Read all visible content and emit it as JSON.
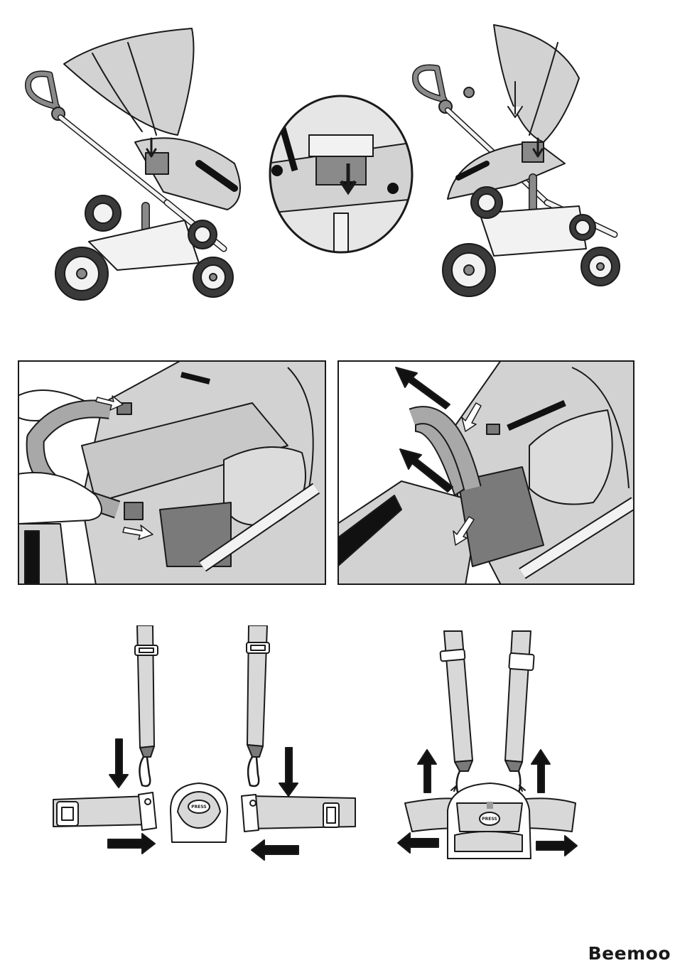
{
  "brand": "Beemoo",
  "buckle": {
    "press_label": "PRESS"
  },
  "colors": {
    "line": "#1a1a1a",
    "fabric": "#d2d2d2",
    "fabric_dark": "#9a9a9a",
    "frame": "#f2f2f2",
    "dark": "#7a7a7a",
    "black": "#111111"
  },
  "figures": [
    {
      "id": "stroller-left",
      "icon": "stroller-seat-attach-icon"
    },
    {
      "id": "detail-circle",
      "icon": "seat-clip-detail-icon"
    },
    {
      "id": "stroller-right",
      "icon": "stroller-seat-reversed-icon"
    },
    {
      "id": "bumper-bar-insert",
      "icon": "bumper-bar-insert-icon"
    },
    {
      "id": "bumper-bar-remove",
      "icon": "bumper-bar-remove-icon"
    },
    {
      "id": "harness-attach",
      "icon": "harness-attach-icon"
    },
    {
      "id": "harness-release",
      "icon": "harness-release-icon"
    }
  ]
}
